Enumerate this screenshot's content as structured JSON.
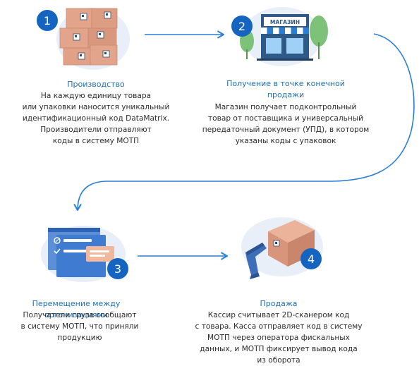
{
  "steps": [
    {
      "number": "1",
      "title": "Производство",
      "desc": [
        "На каждую единицу товара",
        "или упаковки наносится уникальный",
        "идентификационный код DataMatrix.",
        "Производители отправляют",
        "коды в систему МОТП"
      ]
    },
    {
      "number": "2",
      "title": [
        "Получение в точке конечной",
        "продажи"
      ],
      "desc": [
        "Магазин получает подконтрольный",
        "товар от поставщика и универсальный",
        "передаточный документ (УПД), в котором",
        "указаны коды с упаковок"
      ],
      "shop_sign": "МАГАЗИН"
    },
    {
      "number": "3",
      "title": "Перемещение между организациями",
      "desc": [
        "Получатели груза сообщают",
        "в систему МОТП, что приняли",
        "продукцию"
      ]
    },
    {
      "number": "4",
      "title": "Продажа",
      "desc": [
        "Кассир считывает 2D-сканером код",
        "с товара. Касса отправляет код в систему",
        "МОТП через оператора фискальных",
        "данных, и МОТП фиксирует вывод кода",
        "из оборота"
      ]
    }
  ],
  "colors": {
    "accent": "#1f6fb2",
    "badge": "#1565c0",
    "blob": "#e8eff8",
    "box": "#e2a48a",
    "box_dark": "#cf8c72",
    "text": "#2b2b2b"
  },
  "icons": [
    "boxes-icon",
    "shop-icon",
    "documents-icon",
    "scanner-icon",
    "arrow-right-icon",
    "curved-arrow-icon"
  ]
}
